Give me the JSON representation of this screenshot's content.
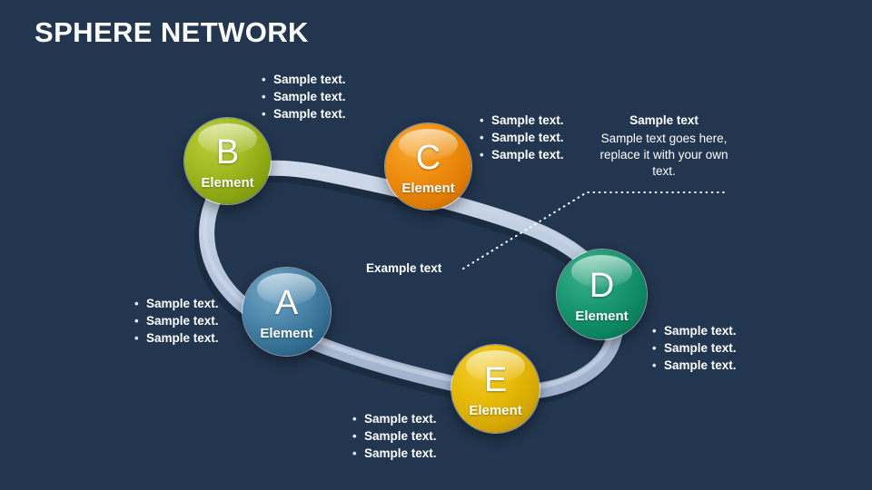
{
  "slide": {
    "title": "SPHERE NETWORK",
    "background_color": "#22364f",
    "ribbon_color": "#b4c4da"
  },
  "spheres": [
    {
      "key": "a",
      "letter": "A",
      "label": "Element",
      "color": "#36729a"
    },
    {
      "key": "b",
      "letter": "B",
      "label": "Element",
      "color": "#a3bb22"
    },
    {
      "key": "c",
      "letter": "C",
      "label": "Element",
      "color": "#ef8f10"
    },
    {
      "key": "d",
      "letter": "D",
      "label": "Element",
      "color": "#109a70"
    },
    {
      "key": "e",
      "letter": "E",
      "label": "Element",
      "color": "#e0b205"
    }
  ],
  "bullet_groups": {
    "a": {
      "bullet": "•",
      "items": [
        "Sample text.",
        "Sample text.",
        "Sample text."
      ]
    },
    "b": {
      "bullet": "•",
      "items": [
        "Sample text.",
        "Sample text.",
        "Sample text."
      ]
    },
    "c": {
      "bullet": "•",
      "items": [
        "Sample text.",
        "Sample text.",
        "Sample text."
      ]
    },
    "d": {
      "bullet": "•",
      "items": [
        "Sample text.",
        "Sample text.",
        "Sample text."
      ]
    },
    "e": {
      "bullet": "•",
      "items": [
        "Sample text.",
        "Sample text.",
        "Sample text."
      ]
    }
  },
  "callout": {
    "title": "Sample text",
    "body": "Sample text goes here, replace it with your own text."
  },
  "example_label": "Example text"
}
